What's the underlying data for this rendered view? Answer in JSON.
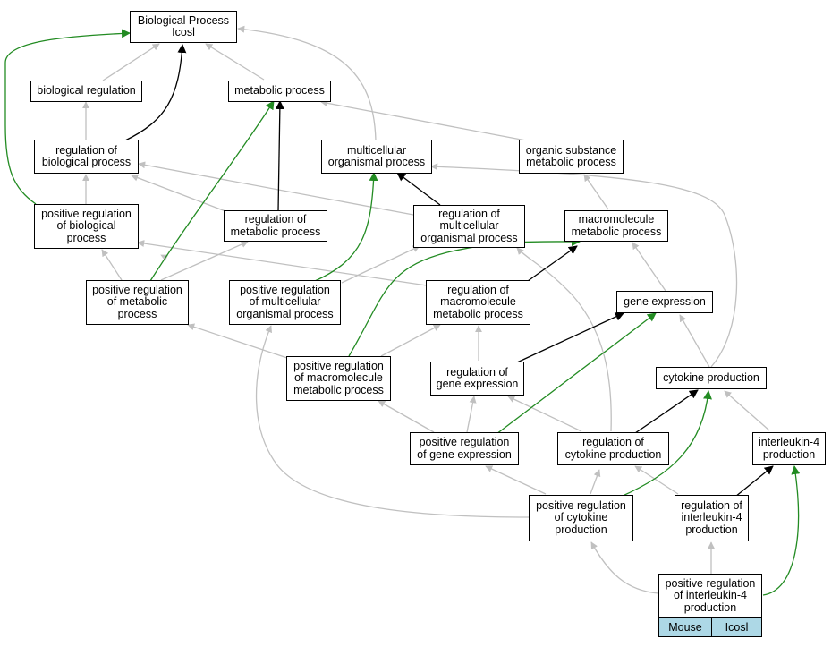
{
  "colors": {
    "gray": "#c0c0c0",
    "black": "#000000",
    "green": "#228b22",
    "tag_bg": "#add8e6"
  },
  "nodes": {
    "root": "Biological Process\nIcosl",
    "bio_reg": "biological regulation",
    "metab": "metabolic process",
    "reg_bio": "regulation of\nbiological process",
    "multi": "multicellular\norganismal process",
    "org_sub": "organic substance\nmetabolic process",
    "pos_bio": "positive regulation\nof biological\nprocess",
    "reg_metab": "regulation of\nmetabolic process",
    "reg_multi": "regulation of\nmulticellular\norganismal process",
    "macro": "macromolecule\nmetabolic process",
    "pos_metab": "positive regulation\nof metabolic\nprocess",
    "pos_multi": "positive regulation\nof multicellular\norganismal process",
    "reg_macro": "regulation of\nmacromolecule\nmetabolic process",
    "gene_exp": "gene expression",
    "pos_macro": "positive regulation\nof macromolecule\nmetabolic process",
    "reg_gene": "regulation of\ngene expression",
    "cyto": "cytokine production",
    "pos_gene": "positive regulation\nof gene expression",
    "reg_cyto": "regulation of\ncytokine production",
    "il4": "interleukin-4\nproduction",
    "pos_cyto": "positive regulation\nof cytokine\nproduction",
    "reg_il4": "regulation of\ninterleukin-4\nproduction",
    "pos_il4": "positive regulation\nof interleukin-4\nproduction"
  },
  "tags": {
    "organism": "Mouse",
    "gene": "Icosl"
  }
}
